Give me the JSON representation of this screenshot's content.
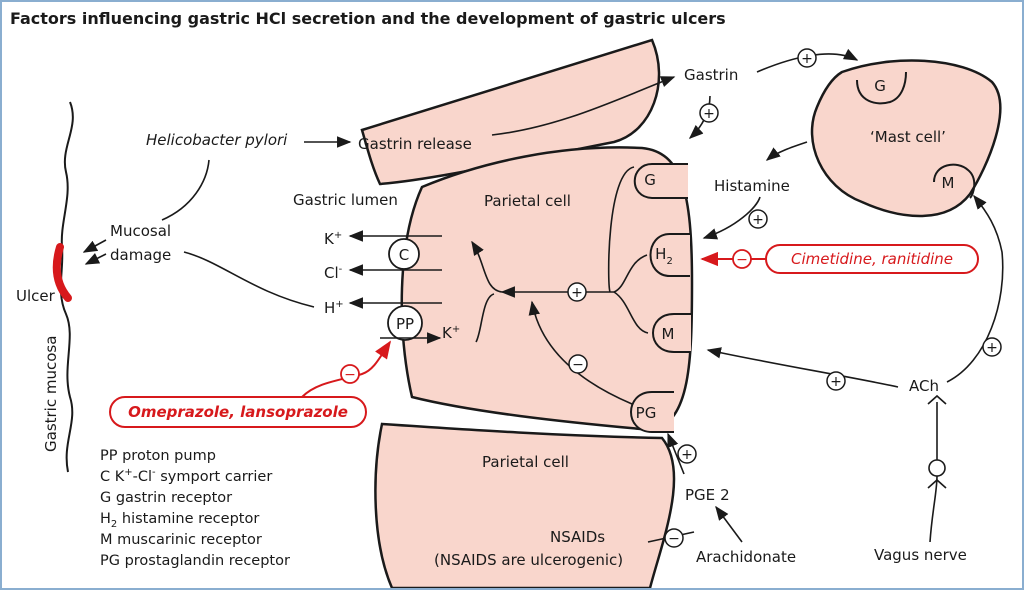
{
  "title": "Factors influencing gastric HCl secretion and the development of gastric ulcers",
  "colors": {
    "cell_fill": "#f9d6cc",
    "drug_red": "#d7191c",
    "line": "#1a1a1a",
    "frame": "#8aaed0"
  },
  "labels": {
    "helicobacter": "Helicobacter pylori",
    "gastrin_release": "Gastrin release",
    "gastrin": "Gastrin",
    "mast_cell": "‘Mast cell’",
    "histamine": "Histamine",
    "gastric_lumen": "Gastric lumen",
    "parietal_cell_top": "Parietal cell",
    "parietal_cell_bottom": "Parietal cell",
    "mucosal": "Mucosal",
    "damage": "damage",
    "ulcer": "Ulcer",
    "gastric_mucosa": "Gastric mucosa",
    "ach": "ACh",
    "vagus_nerve": "Vagus nerve",
    "pge": "PGE",
    "pge_sub": "2",
    "nsaids": "NSAIDs",
    "nsaids_note": "(NSAIDS are ulcerogenic)",
    "arachidonate": "Arachidonate",
    "k": "K",
    "cl": "Cl",
    "h": "H",
    "k_out": "K",
    "plus_sign": "+",
    "minus_sign": "-"
  },
  "receptors": {
    "c": "C",
    "pp": "PP",
    "g_parietal": "G",
    "h2": "H",
    "h2_sub": "2",
    "m_parietal": "M",
    "pg": "PG",
    "g_mast": "G",
    "m_mast": "M"
  },
  "signs": {
    "plus": "+",
    "minus": "−"
  },
  "drugs": {
    "cimetidine": "Cimetidine, ranitidine",
    "omeprazole": "Omeprazole, lansoprazole"
  },
  "legend": [
    {
      "pre": "PP proton pump"
    },
    {
      "pre": "C K",
      "sup1": "+",
      "mid": "-Cl",
      "sup2": "-",
      "post": " symport carrier"
    },
    {
      "pre": "G gastrin receptor"
    },
    {
      "pre": "H",
      "sub": "2",
      "post": " histamine receptor"
    },
    {
      "pre": "M muscarinic receptor"
    },
    {
      "pre": "PG prostaglandin receptor"
    }
  ]
}
